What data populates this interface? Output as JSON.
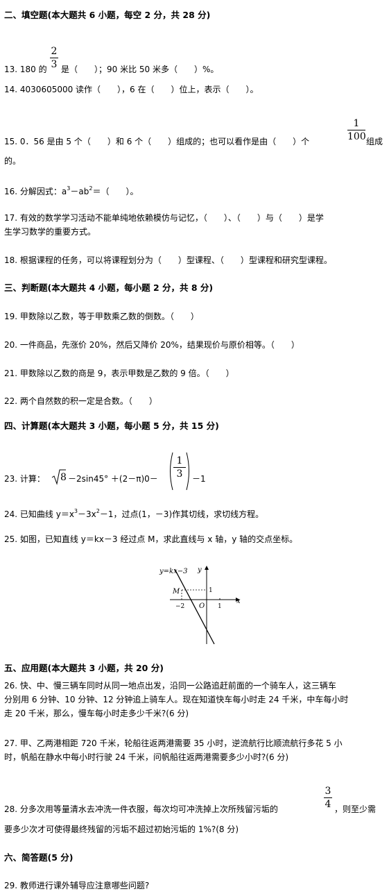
{
  "sections": {
    "s2": "二、填空题(本大题共 6 小题，每空 2 分，共 28 分)",
    "s3": "三、判断题(本大题共 4 小题，每小题 2 分，共 8 分)",
    "s4": "四、计算题(本大题共 3 小题，每小题 5 分，共 15 分)",
    "s5": "五、应用题(本大题共 3 小题，共 20 分)",
    "s6": "六、简答题(5 分)"
  },
  "q13": {
    "a": "13. 180 的",
    "num": "2",
    "den": "3",
    "b": "是（　　）；90 米比 50 米多（　　）%。"
  },
  "q14": "14. 4030605000 读作（　　），6 在（　　）位上，表示（　　）。",
  "q15": {
    "a": "15. 0．56 是由 5 个（　　）和 6 个（　　）组成的；也可以看作是由（　　）个",
    "num": "1",
    "den": "100",
    "b": "组成",
    "c": "的。"
  },
  "q16": {
    "a": "16. 分解因式：a",
    "e1": "3",
    "m": "－ab",
    "e2": "2",
    "b": "＝（　　）。"
  },
  "q17": {
    "l1": "17. 有效的数学学习活动不能单纯地依赖模仿与记忆，（　　）、（　　）与（　　）是学",
    "l2": "生学习数学的重要方式。"
  },
  "q18": "18. 根据课程的任务，可以将课程划分为（　　）型课程、（　　）型课程和研究型课程。",
  "q19": "19. 甲数除以乙数，等于甲数乘乙数的倒数。（　　）",
  "q20": "20. 一件商品，先涨价 20%，然后又降价 20%，结果现价与原价相等。（　　）",
  "q21": "21. 甲数除以乙数的商是 9，表示甲数是乙数的 9 倍。（　　）",
  "q22": "22. 两个自然数的积一定是合数。（　　）",
  "q23": {
    "a": "23. 计算：",
    "rad": "8",
    "b": "－2sin45° ＋(2－π)0－",
    "num": "1",
    "den": "3",
    "c": "－1"
  },
  "q24": {
    "a": "24. 已知曲线 y＝x",
    "e1": "3",
    "m": "－3x",
    "e2": "2",
    "b": "－1，过点(1，－3)作其切线，求切线方程。"
  },
  "q25": "25. 如图，已知直线 y＝kx－3 经过点 M，求此直线与 x 轴，y 轴的交点坐标。",
  "figure": {
    "line_label": "y=kx−3",
    "y_axis": "y",
    "x_axis": "x",
    "point": "M",
    "tick_y1": "1",
    "tick_xm2": "−2",
    "origin": "O",
    "tick_x1": "1"
  },
  "q26": {
    "l1": "26. 快、中、慢三辆车同时从同一地点出发，沿同一公路追赶前面的一个骑车人，这三辆车",
    "l2": "分别用 6 分钟、10 分钟、12 分钟追上骑车人。现在知道快车每小时走 24 千米，中车每小时",
    "l3": "走 20 千米，那么，慢车每小时走多少千米?(6 分)"
  },
  "q27": {
    "l1": "27. 甲、乙两港相距 720 千米，轮船往返两港需要 35 小时，逆流航行比顺流航行多花 5 小",
    "l2": "时，帆船在静水中每小时行驶 24 千米，问帆船往返两港需要多少小时?(6 分)"
  },
  "q28": {
    "a": "28. 分多次用等量清水去冲洗一件衣服，每次均可冲洗掉上次所残留污垢的",
    "num": "3",
    "den": "4",
    "b": "，则至少需",
    "l2": "要多少次才可使得最终残留的污垢不超过初始污垢的 1%?(8 分)"
  },
  "q29": "29. 教师进行课外辅导应注意哪些问题?"
}
